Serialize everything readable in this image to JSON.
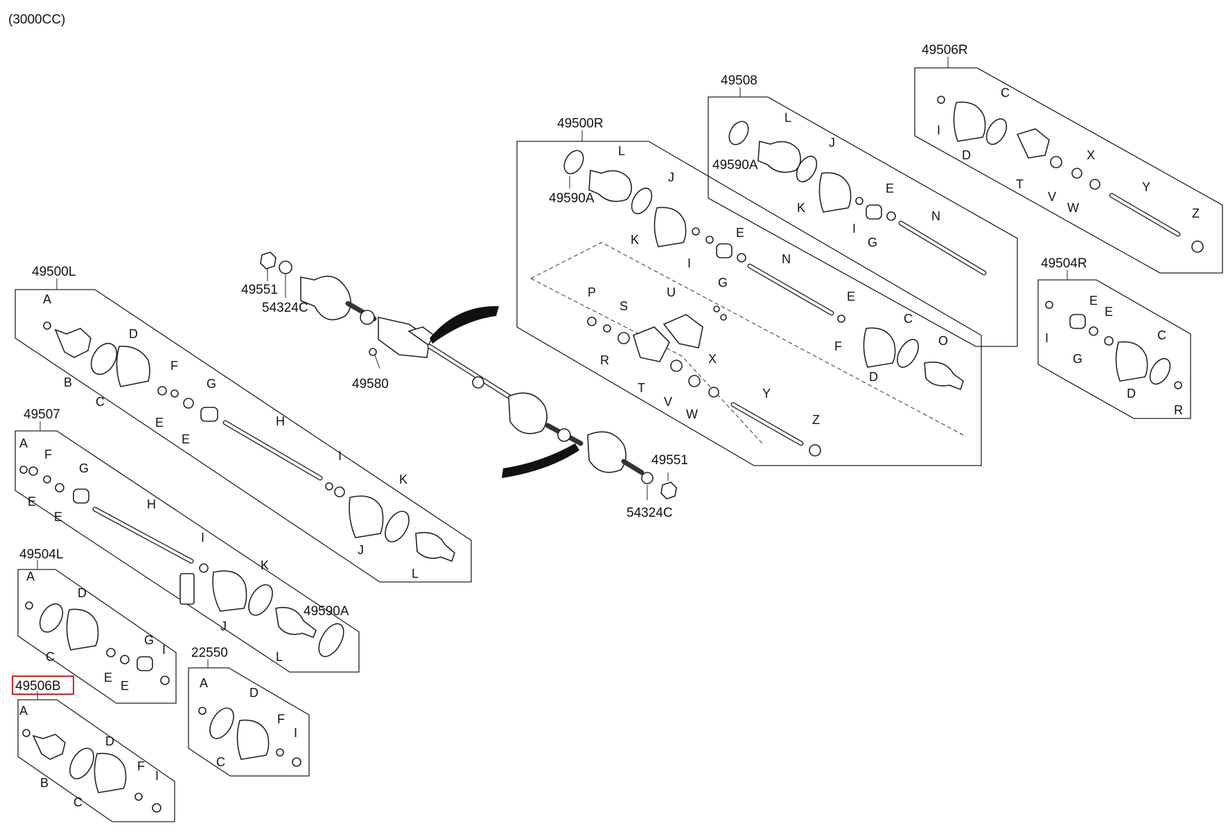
{
  "header": {
    "engine": "(3000CC)"
  },
  "groups": {
    "g49500L": {
      "part_no": "49500L",
      "letters": [
        "A",
        "B",
        "C",
        "D",
        "F",
        "E",
        "E",
        "G",
        "H",
        "I",
        "J",
        "K",
        "L"
      ]
    },
    "g49507": {
      "part_no": "49507",
      "letters": [
        "A",
        "F",
        "E",
        "E",
        "G",
        "H",
        "I",
        "J",
        "K",
        "L"
      ],
      "ring": "49590A"
    },
    "g49504L": {
      "part_no": "49504L",
      "letters": [
        "A",
        "D",
        "C",
        "G",
        "E",
        "E",
        "I"
      ]
    },
    "g49506B": {
      "part_no": "49506B",
      "letters": [
        "A",
        "B",
        "C",
        "D",
        "F",
        "I"
      ],
      "highlighted": true
    },
    "g22550": {
      "part_no": "22550",
      "letters": [
        "A",
        "C",
        "D",
        "F",
        "I"
      ]
    },
    "g49500R": {
      "part_no": "49500R",
      "ring": "49590A",
      "letters": [
        "L",
        "J",
        "K",
        "I",
        "E",
        "G",
        "N",
        "P",
        "R",
        "S",
        "U",
        "T",
        "V",
        "W",
        "X",
        "Y",
        "Z",
        "E",
        "F",
        "D",
        "C",
        "O"
      ]
    },
    "g49508": {
      "part_no": "49508",
      "ring": "49590A",
      "letters": [
        "L",
        "J",
        "K",
        "E",
        "I",
        "G",
        "N"
      ]
    },
    "g49506R": {
      "part_no": "49506R",
      "letters": [
        "C",
        "I",
        "D",
        "T",
        "V",
        "X",
        "W",
        "Y",
        "Z"
      ]
    },
    "g49504R": {
      "part_no": "49504R",
      "letters": [
        "I",
        "E",
        "E",
        "G",
        "C",
        "D",
        "R"
      ]
    }
  },
  "center": {
    "nut_top": "49551",
    "washer_top": "54324C",
    "bolt": "49580",
    "nut_bottom": "49551",
    "washer_bottom": "54324C"
  },
  "colors": {
    "highlight": "#d62020",
    "line": "#222222"
  }
}
